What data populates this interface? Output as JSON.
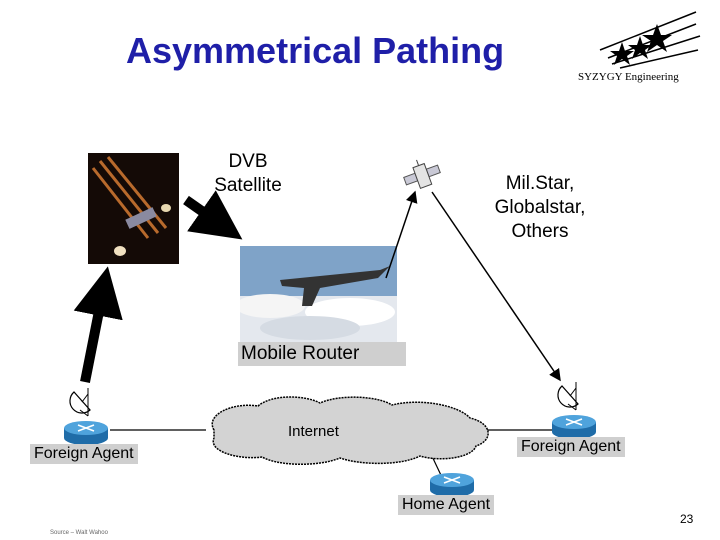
{
  "title": "Asymmetrical Pathing",
  "company": "SYZYGY Engineering",
  "labels": {
    "dvb": [
      "DVB",
      "Satellite"
    ],
    "milstar": [
      "Mil.Star,",
      "Globalstar,",
      "Others"
    ],
    "mobile_router": "Mobile Router",
    "internet": "Internet",
    "foreign_agent_left": "Foreign Agent",
    "foreign_agent_right": "Foreign Agent",
    "home_agent": "Home Agent"
  },
  "page_number": "23",
  "source": "Source – Walt Wahoo",
  "icons": [
    "syzygy-stars-logo-icon",
    "comm-satellite-icon",
    "satellite-dish-icon",
    "router-icon",
    "internet-cloud-icon",
    "airplane-icon"
  ]
}
